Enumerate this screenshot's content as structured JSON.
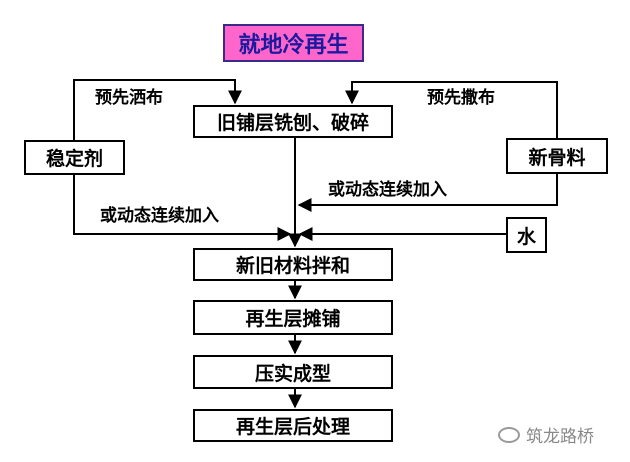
{
  "title": "就地冷再生",
  "boxes": {
    "mill": "旧铺层铣刨、破碎",
    "stabilizer": "稳定剂",
    "aggregate": "新骨料",
    "water": "水",
    "mix": "新旧材料拌和",
    "spread": "再生层摊铺",
    "compact": "压实成型",
    "post": "再生层后处理"
  },
  "labels": {
    "pre_spray": "预先洒布",
    "pre_spread": "预先撒布",
    "continuous_left": "或动态连续加入",
    "continuous_right": "或动态连续加入"
  },
  "watermark": "筑龙路桥",
  "colors": {
    "title_bg": "#ff66cc",
    "title_text": "#1a1a9e",
    "line": "#000000"
  }
}
